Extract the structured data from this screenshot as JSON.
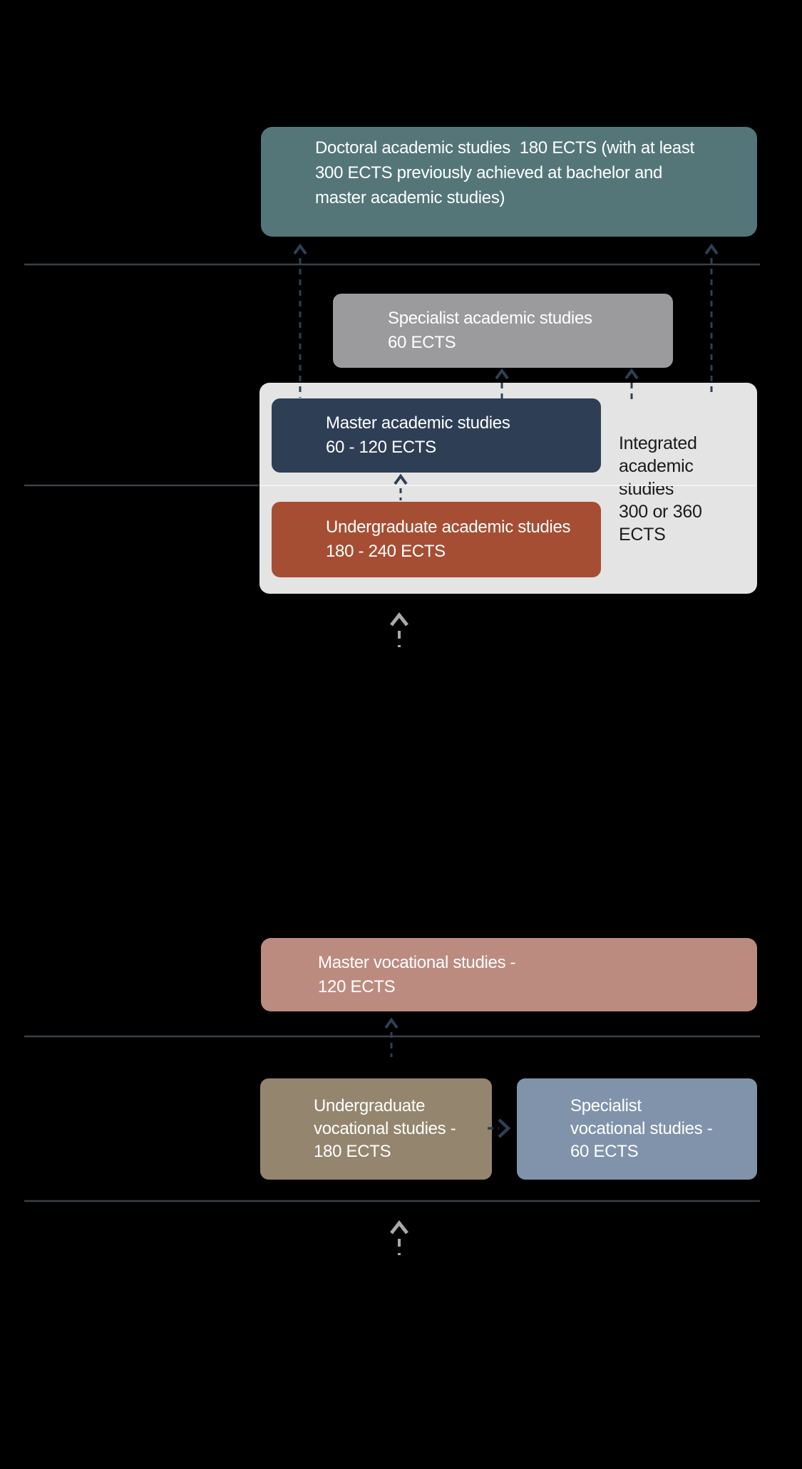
{
  "diagram": {
    "nodes": {
      "doctoral": {
        "bg": "#547678",
        "lines": [
          "Doctoral academic studies  180 ECTS (with at least",
          "300 ECTS previously achieved at bachelor and",
          "master academic studies)"
        ]
      },
      "specialist_academic": {
        "bg": "#9b9b9d",
        "lines": [
          "Specialist academic studies",
          "60 ECTS"
        ]
      },
      "master_academic": {
        "bg": "#2e3f55",
        "lines": [
          "Master academic studies",
          "60 - 120 ECTS"
        ]
      },
      "undergraduate_academic": {
        "bg": "#a64e33",
        "lines": [
          "Undergraduate academic studies",
          "180 - 240 ECTS"
        ]
      },
      "integrated_academic": {
        "text_color": "#1a1a1a",
        "lines": [
          "Integrated",
          "academic",
          "studies",
          "300 or 360",
          "ECTS"
        ]
      },
      "master_vocational": {
        "bg": "#bc8b80",
        "lines": [
          "Master vocational studies -",
          "120 ECTS"
        ]
      },
      "undergraduate_vocational": {
        "bg": "#94856e",
        "lines": [
          "Undergraduate",
          "vocational studies -",
          "180 ECTS"
        ]
      },
      "specialist_vocational": {
        "bg": "#8093ab",
        "lines": [
          "Specialist",
          "vocational studies -",
          "60 ECTS"
        ]
      }
    },
    "panels": {
      "academic_group_bg": "#e4e4e4"
    },
    "arrows": {
      "accent_navy": "#2e4054",
      "muted_gray": "#a9a9a9"
    },
    "dividers": {
      "color": "#3a4046",
      "light_segment_color": "#f2f2f2"
    }
  }
}
